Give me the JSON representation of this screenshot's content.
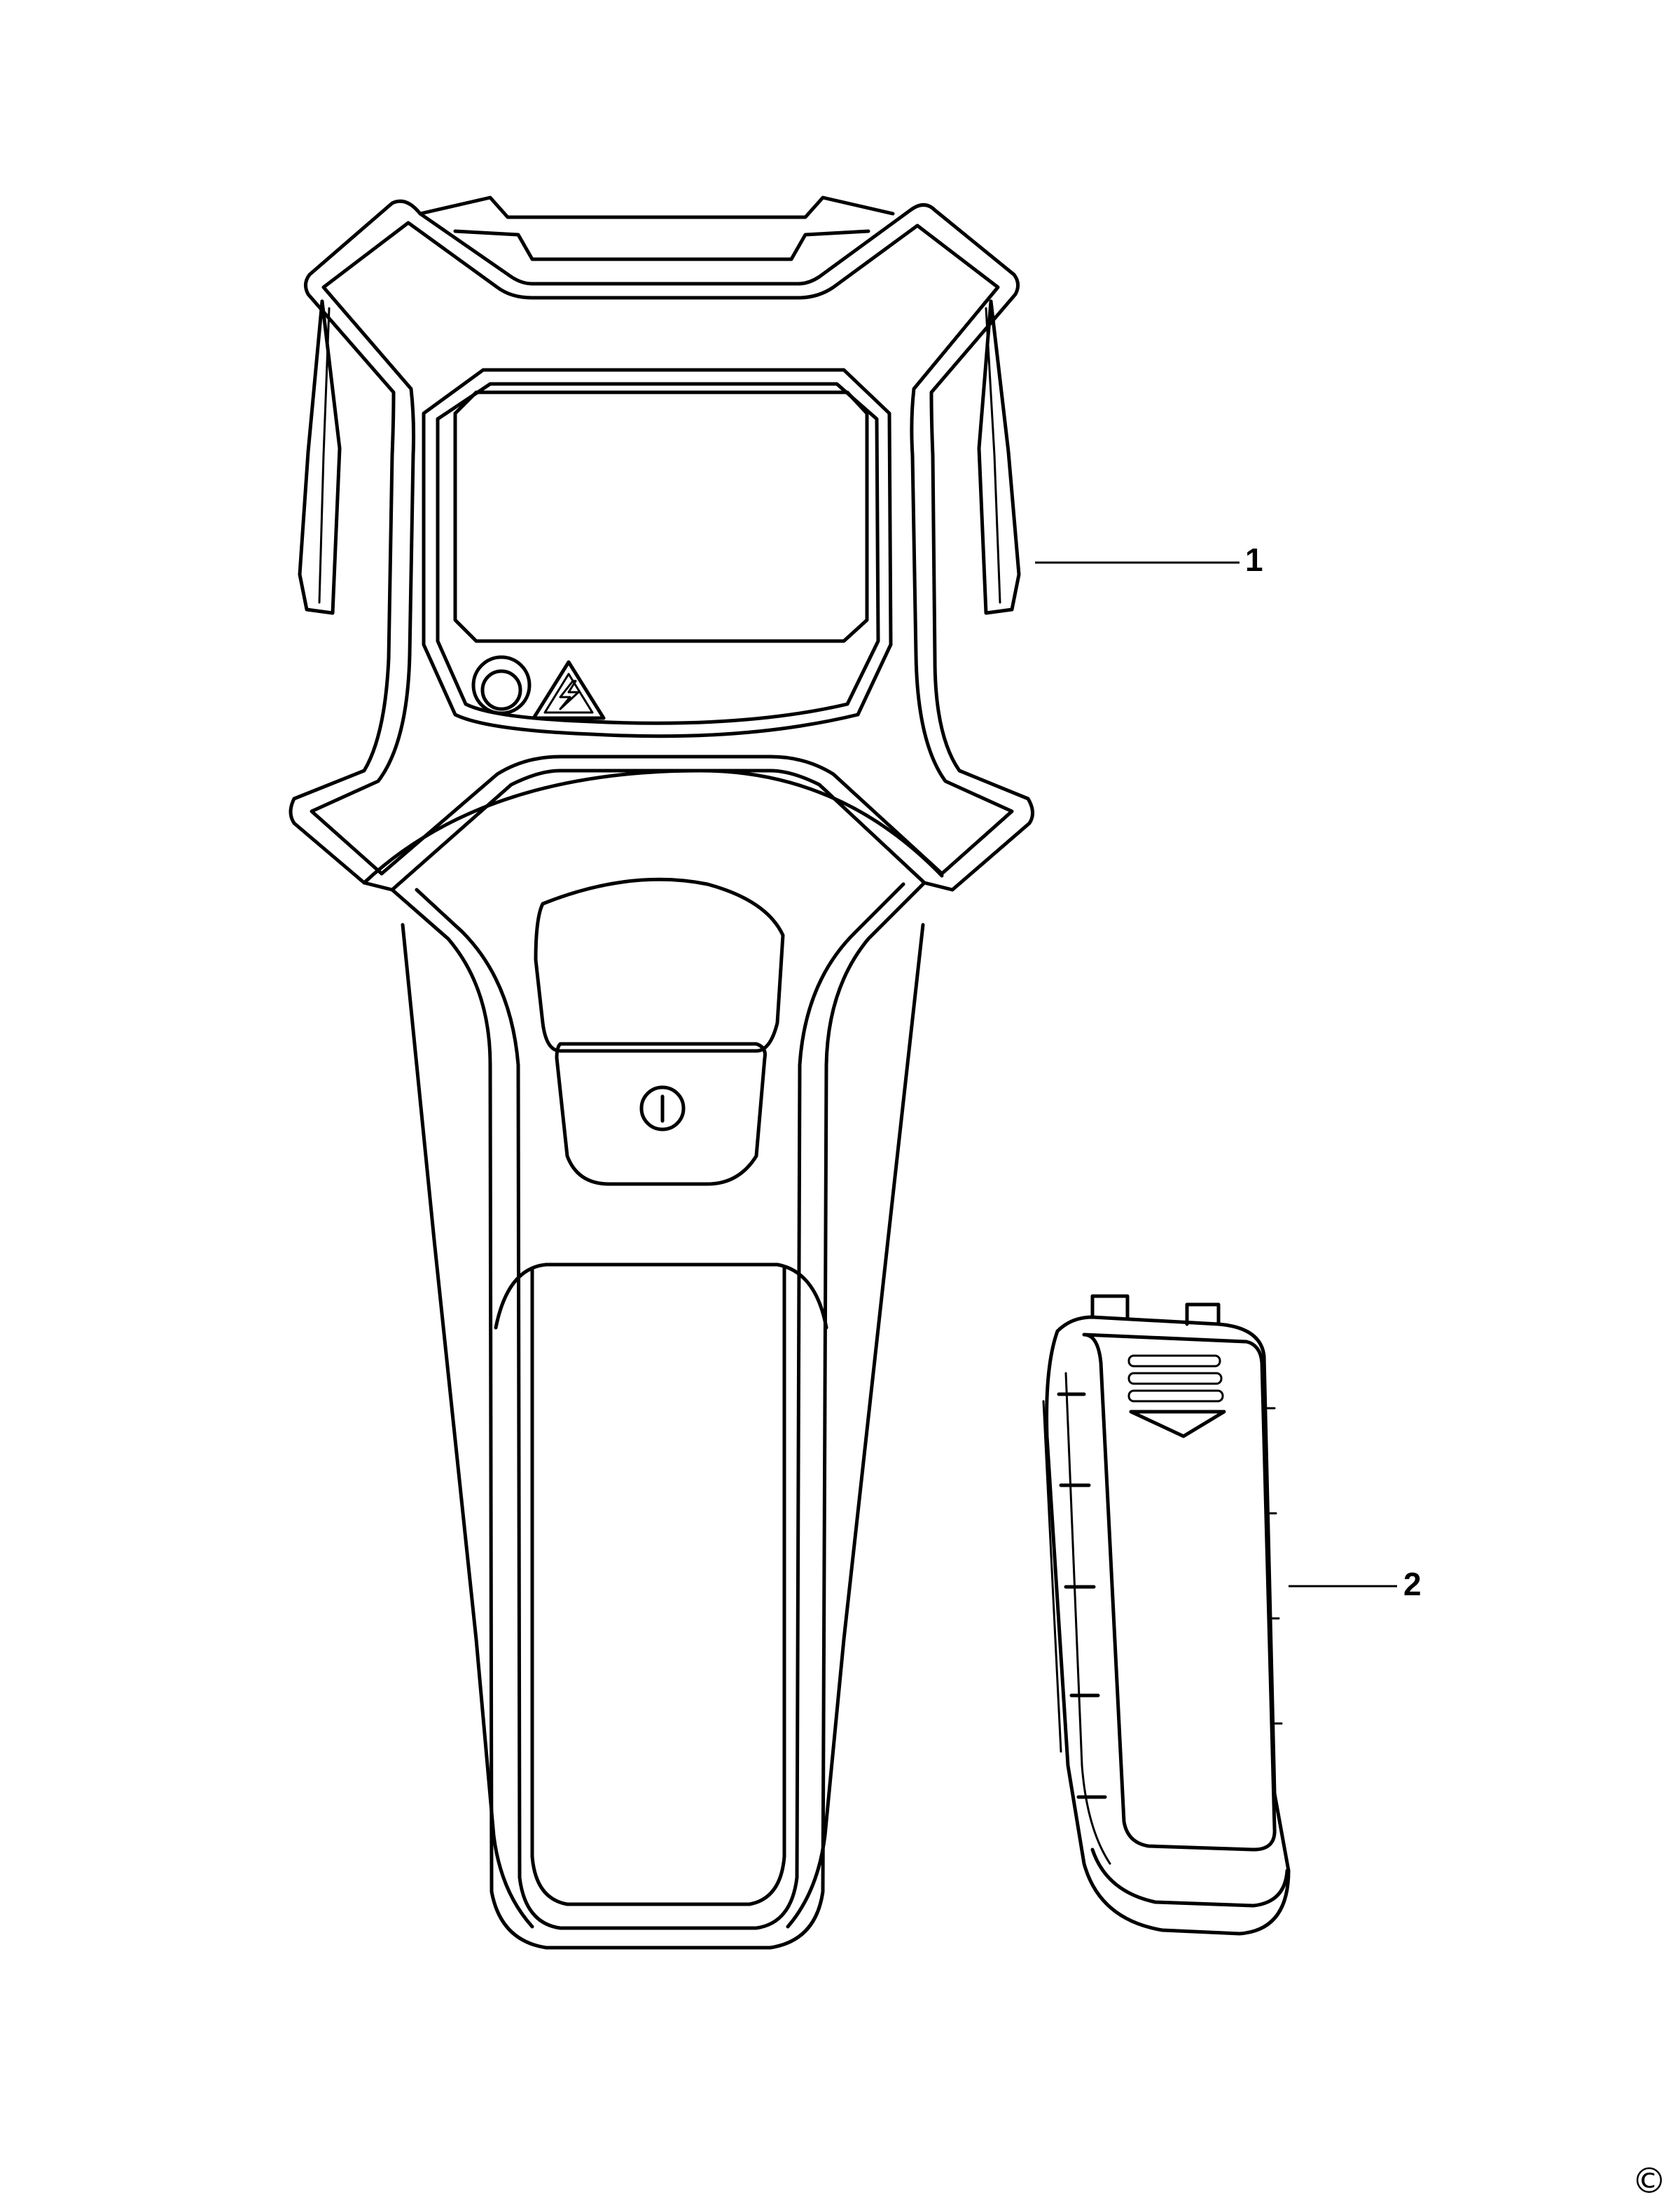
{
  "callouts": [
    {
      "label": "1",
      "part": "stud-detector-body"
    },
    {
      "label": "2",
      "part": "battery-cover"
    }
  ],
  "copyright": "©",
  "icons": {
    "warning": "high-voltage-warning-icon",
    "led": "indicator-led-icon",
    "power": "power-button-icon",
    "vent": "battery-cover-grip-icon"
  },
  "colors": {
    "line": "#000000",
    "background": "#ffffff"
  }
}
